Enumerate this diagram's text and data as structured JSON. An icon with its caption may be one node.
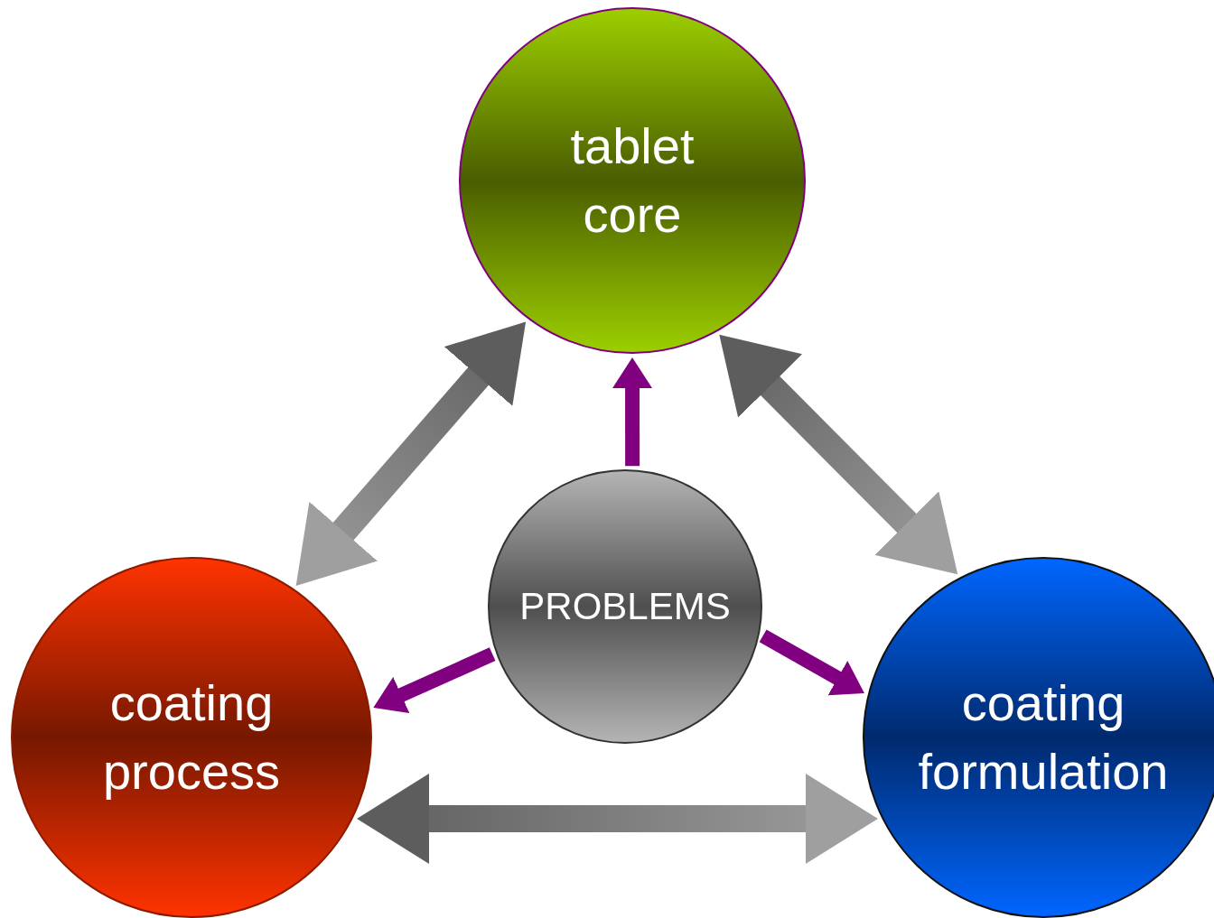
{
  "diagram": {
    "nodes": [
      {
        "text": [
          "tablet core"
        ]
      },
      {
        "text": [
          "PROBLEMS"
        ]
      },
      {
        "text": [
          "coating process"
        ]
      },
      {
        "text": [
          "coating formulation"
        ]
      }
    ],
    "edges": [
      {
        "from": 1,
        "to": 0,
        "arrow": "to",
        "style": "thick",
        "color": "#800080"
      },
      {
        "from": 1,
        "to": 2,
        "arrow": "to",
        "style": "thick",
        "color": "#800080"
      },
      {
        "from": 1,
        "to": 3,
        "arrow": "to",
        "style": "thick",
        "color": "#800080"
      },
      {
        "from": 0,
        "to": 2,
        "arrow": "both",
        "style": "thick",
        "color": "#808080"
      },
      {
        "from": 0,
        "to": 3,
        "arrow": "both",
        "style": "thick",
        "color": "#808080"
      },
      {
        "from": 2,
        "to": 3,
        "arrow": "both",
        "style": "thick",
        "color": "#808080"
      }
    ]
  }
}
